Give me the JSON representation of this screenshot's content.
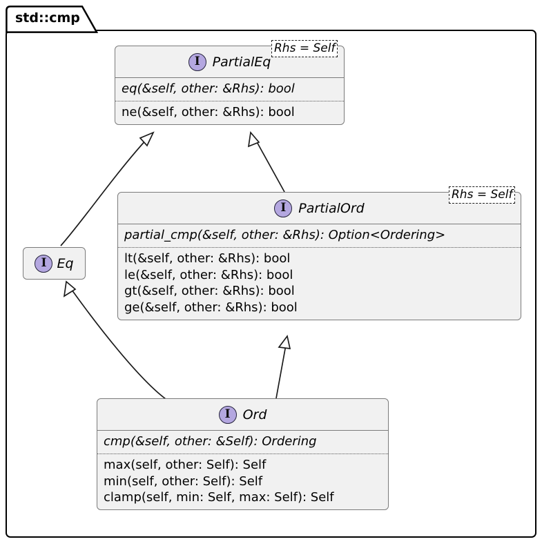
{
  "package": {
    "name": "std::cmp",
    "tab_name": "package-tab"
  },
  "colors": {
    "interface_icon_fill": "#B4A7E0",
    "class_fill": "#F1F1F1",
    "class_border": "#7A7A7A",
    "frame_border": "#000000",
    "line": "#1B1B1B"
  },
  "icons": {
    "interface": "I"
  },
  "classes": [
    {
      "id": "partialeq",
      "name": "PartialEq",
      "stereotype_icon": "interface-icon",
      "template": "Rhs = Self",
      "abstract_members": [
        "eq(&self, other: &Rhs): bool"
      ],
      "members": [
        "ne(&self, other: &Rhs): bool"
      ]
    },
    {
      "id": "partialord",
      "name": "PartialOrd",
      "stereotype_icon": "interface-icon",
      "template": "Rhs = Self",
      "abstract_members": [
        "partial_cmp(&self, other: &Rhs): Option<Ordering>"
      ],
      "members": [
        "lt(&self, other: &Rhs): bool",
        "le(&self, other: &Rhs): bool",
        "gt(&self, other: &Rhs): bool",
        "ge(&self, other: &Rhs): bool"
      ]
    },
    {
      "id": "ord",
      "name": "Ord",
      "stereotype_icon": "interface-icon",
      "template": null,
      "abstract_members": [
        "cmp(&self, other: &Self): Ordering"
      ],
      "members": [
        "max(self, other: Self): Self",
        "min(self, other: Self): Self",
        "clamp(self, min: Self, max: Self): Self"
      ]
    },
    {
      "id": "eq",
      "name": "Eq",
      "stereotype_icon": "interface-icon",
      "template": null,
      "abstract_members": [],
      "members": []
    }
  ],
  "relations": [
    {
      "from": "Eq",
      "to": "PartialEq",
      "type": "generalization"
    },
    {
      "from": "PartialOrd",
      "to": "PartialEq",
      "type": "generalization"
    },
    {
      "from": "Ord",
      "to": "PartialOrd",
      "type": "generalization"
    },
    {
      "from": "Ord",
      "to": "Eq",
      "type": "generalization"
    }
  ]
}
